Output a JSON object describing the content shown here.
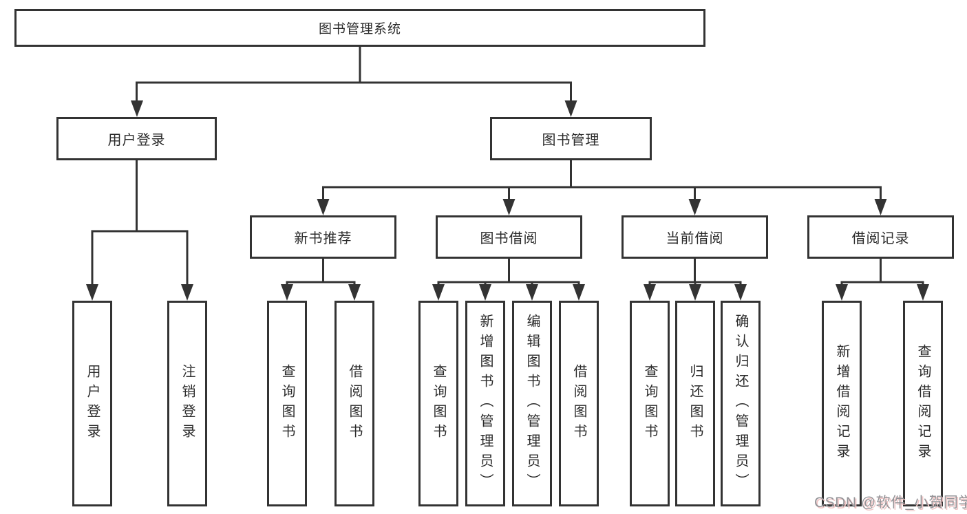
{
  "diagram": {
    "title": "图书管理系统",
    "root": {
      "label": "图书管理系统"
    },
    "level2": [
      {
        "label": "用户登录"
      },
      {
        "label": "图书管理"
      }
    ],
    "level3": [
      {
        "label": "新书推荐",
        "parent": "图书管理"
      },
      {
        "label": "图书借阅",
        "parent": "图书管理"
      },
      {
        "label": "当前借阅",
        "parent": "图书管理"
      },
      {
        "label": "借阅记录",
        "parent": "图书管理"
      }
    ],
    "leaves": [
      {
        "label": "用户登录",
        "parent": "用户登录"
      },
      {
        "label": "注销登录",
        "parent": "用户登录"
      },
      {
        "label": "查询图书",
        "parent": "新书推荐"
      },
      {
        "label": "借阅图书",
        "parent": "新书推荐"
      },
      {
        "label": "查询图书",
        "parent": "图书借阅"
      },
      {
        "label": "新增图书（管理员）",
        "parent": "图书借阅"
      },
      {
        "label": "编辑图书（管理员）",
        "parent": "图书借阅"
      },
      {
        "label": "借阅图书",
        "parent": "图书借阅"
      },
      {
        "label": "查询图书",
        "parent": "当前借阅"
      },
      {
        "label": "归还图书",
        "parent": "当前借阅"
      },
      {
        "label": "确认归还（管理员）",
        "parent": "当前借阅"
      },
      {
        "label": "新增借阅记录",
        "parent": "借阅记录"
      },
      {
        "label": "查询借阅记录",
        "parent": "借阅记录"
      }
    ]
  },
  "watermark": {
    "text": "CSDN @软件_小贺同学"
  },
  "colors": {
    "background": "#ffffff",
    "line": "#333333",
    "box_border": "#333333",
    "text": "#2b2b2b",
    "watermark_text": "#949498",
    "watermark_shadow": "#f0c6c6"
  }
}
